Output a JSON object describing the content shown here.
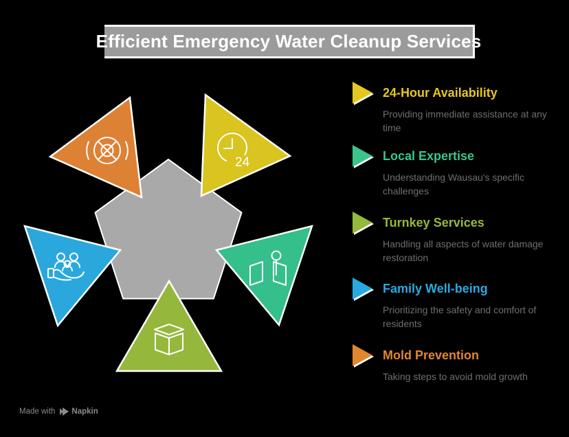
{
  "background": "#000000",
  "title": {
    "text": "Efficient Emergency Water Cleanup Services",
    "bg_color": "#9b9b9b",
    "text_color": "#ffffff"
  },
  "legend": {
    "items": [
      {
        "label": "24-Hour Availability",
        "description": "Providing immediate assistance at any time",
        "color": "#e4c81e"
      },
      {
        "label": "Local Expertise",
        "description": "Understanding Wausau's specific challenges",
        "color": "#3cc58b"
      },
      {
        "label": "Turnkey Services",
        "description": "Handling all aspects of water damage restoration",
        "color": "#95b93c"
      },
      {
        "label": "Family Well-being",
        "description": "Prioritizing the safety and comfort of residents",
        "color": "#2aa9e1"
      },
      {
        "label": "Mold Prevention",
        "description": "Taking steps to avoid mold growth",
        "color": "#e1872f"
      }
    ]
  },
  "diagram": {
    "pentagon_color": "#a9a9a9",
    "clock_label": "24",
    "triangles": [
      {
        "name": "mold-prevention",
        "icon": "mold-crossed-icon",
        "color": "#dd8134"
      },
      {
        "name": "24-hour-availability",
        "icon": "clock-24-icon",
        "color": "#d9c420"
      },
      {
        "name": "local-expertise",
        "icon": "map-pin-icon",
        "color": "#35bf8a"
      },
      {
        "name": "turnkey-services",
        "icon": "cube-icon",
        "color": "#95b83c"
      },
      {
        "name": "family-well-being",
        "icon": "family-hand-icon",
        "color": "#2aa8de"
      }
    ]
  },
  "footer": {
    "made_with": "Made with",
    "brand": "Napkin"
  }
}
